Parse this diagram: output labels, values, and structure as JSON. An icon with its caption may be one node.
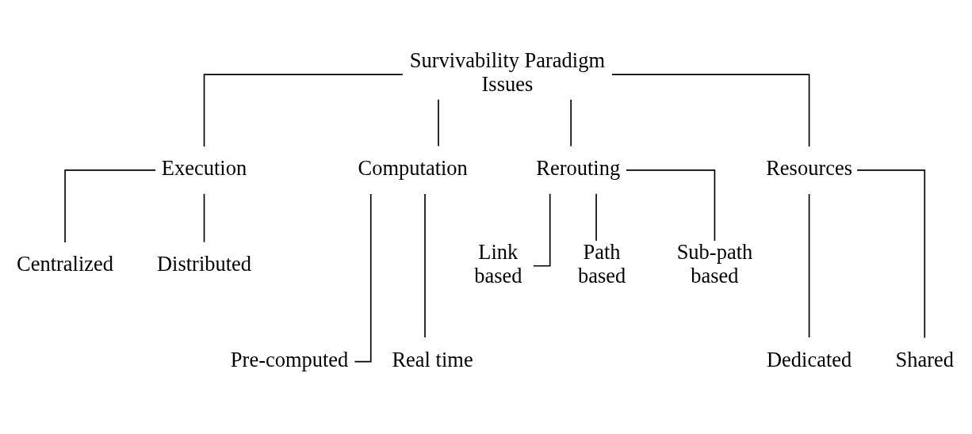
{
  "diagram": {
    "nodes": [
      {
        "text": [
          "Survivability Paradigm Issues"
        ]
      },
      {
        "text": [
          "Execution"
        ]
      },
      {
        "text": [
          "Computation"
        ]
      },
      {
        "text": [
          "Rerouting"
        ]
      },
      {
        "text": [
          "Resources"
        ]
      },
      {
        "text": [
          "Centralized"
        ]
      },
      {
        "text": [
          "Distributed"
        ]
      },
      {
        "text": [
          "Pre-computed"
        ]
      },
      {
        "text": [
          "Real time"
        ]
      },
      {
        "text": [
          "Link based"
        ]
      },
      {
        "text": [
          "Path based"
        ]
      },
      {
        "text": [
          "Sub-path based"
        ]
      },
      {
        "text": [
          "Dedicated"
        ]
      },
      {
        "text": [
          "Shared"
        ]
      }
    ],
    "edges": [
      {
        "from": 0,
        "to": 1,
        "arrow": "none"
      },
      {
        "from": 0,
        "to": 2,
        "arrow": "none"
      },
      {
        "from": 0,
        "to": 3,
        "arrow": "none"
      },
      {
        "from": 0,
        "to": 4,
        "arrow": "none"
      },
      {
        "from": 1,
        "to": 5,
        "arrow": "none"
      },
      {
        "from": 1,
        "to": 6,
        "arrow": "none"
      },
      {
        "from": 2,
        "to": 7,
        "arrow": "none"
      },
      {
        "from": 2,
        "to": 8,
        "arrow": "none"
      },
      {
        "from": 3,
        "to": 9,
        "arrow": "none"
      },
      {
        "from": 3,
        "to": 10,
        "arrow": "none"
      },
      {
        "from": 3,
        "to": 11,
        "arrow": "none"
      },
      {
        "from": 4,
        "to": 12,
        "arrow": "none"
      },
      {
        "from": 4,
        "to": 13,
        "arrow": "none"
      }
    ]
  }
}
